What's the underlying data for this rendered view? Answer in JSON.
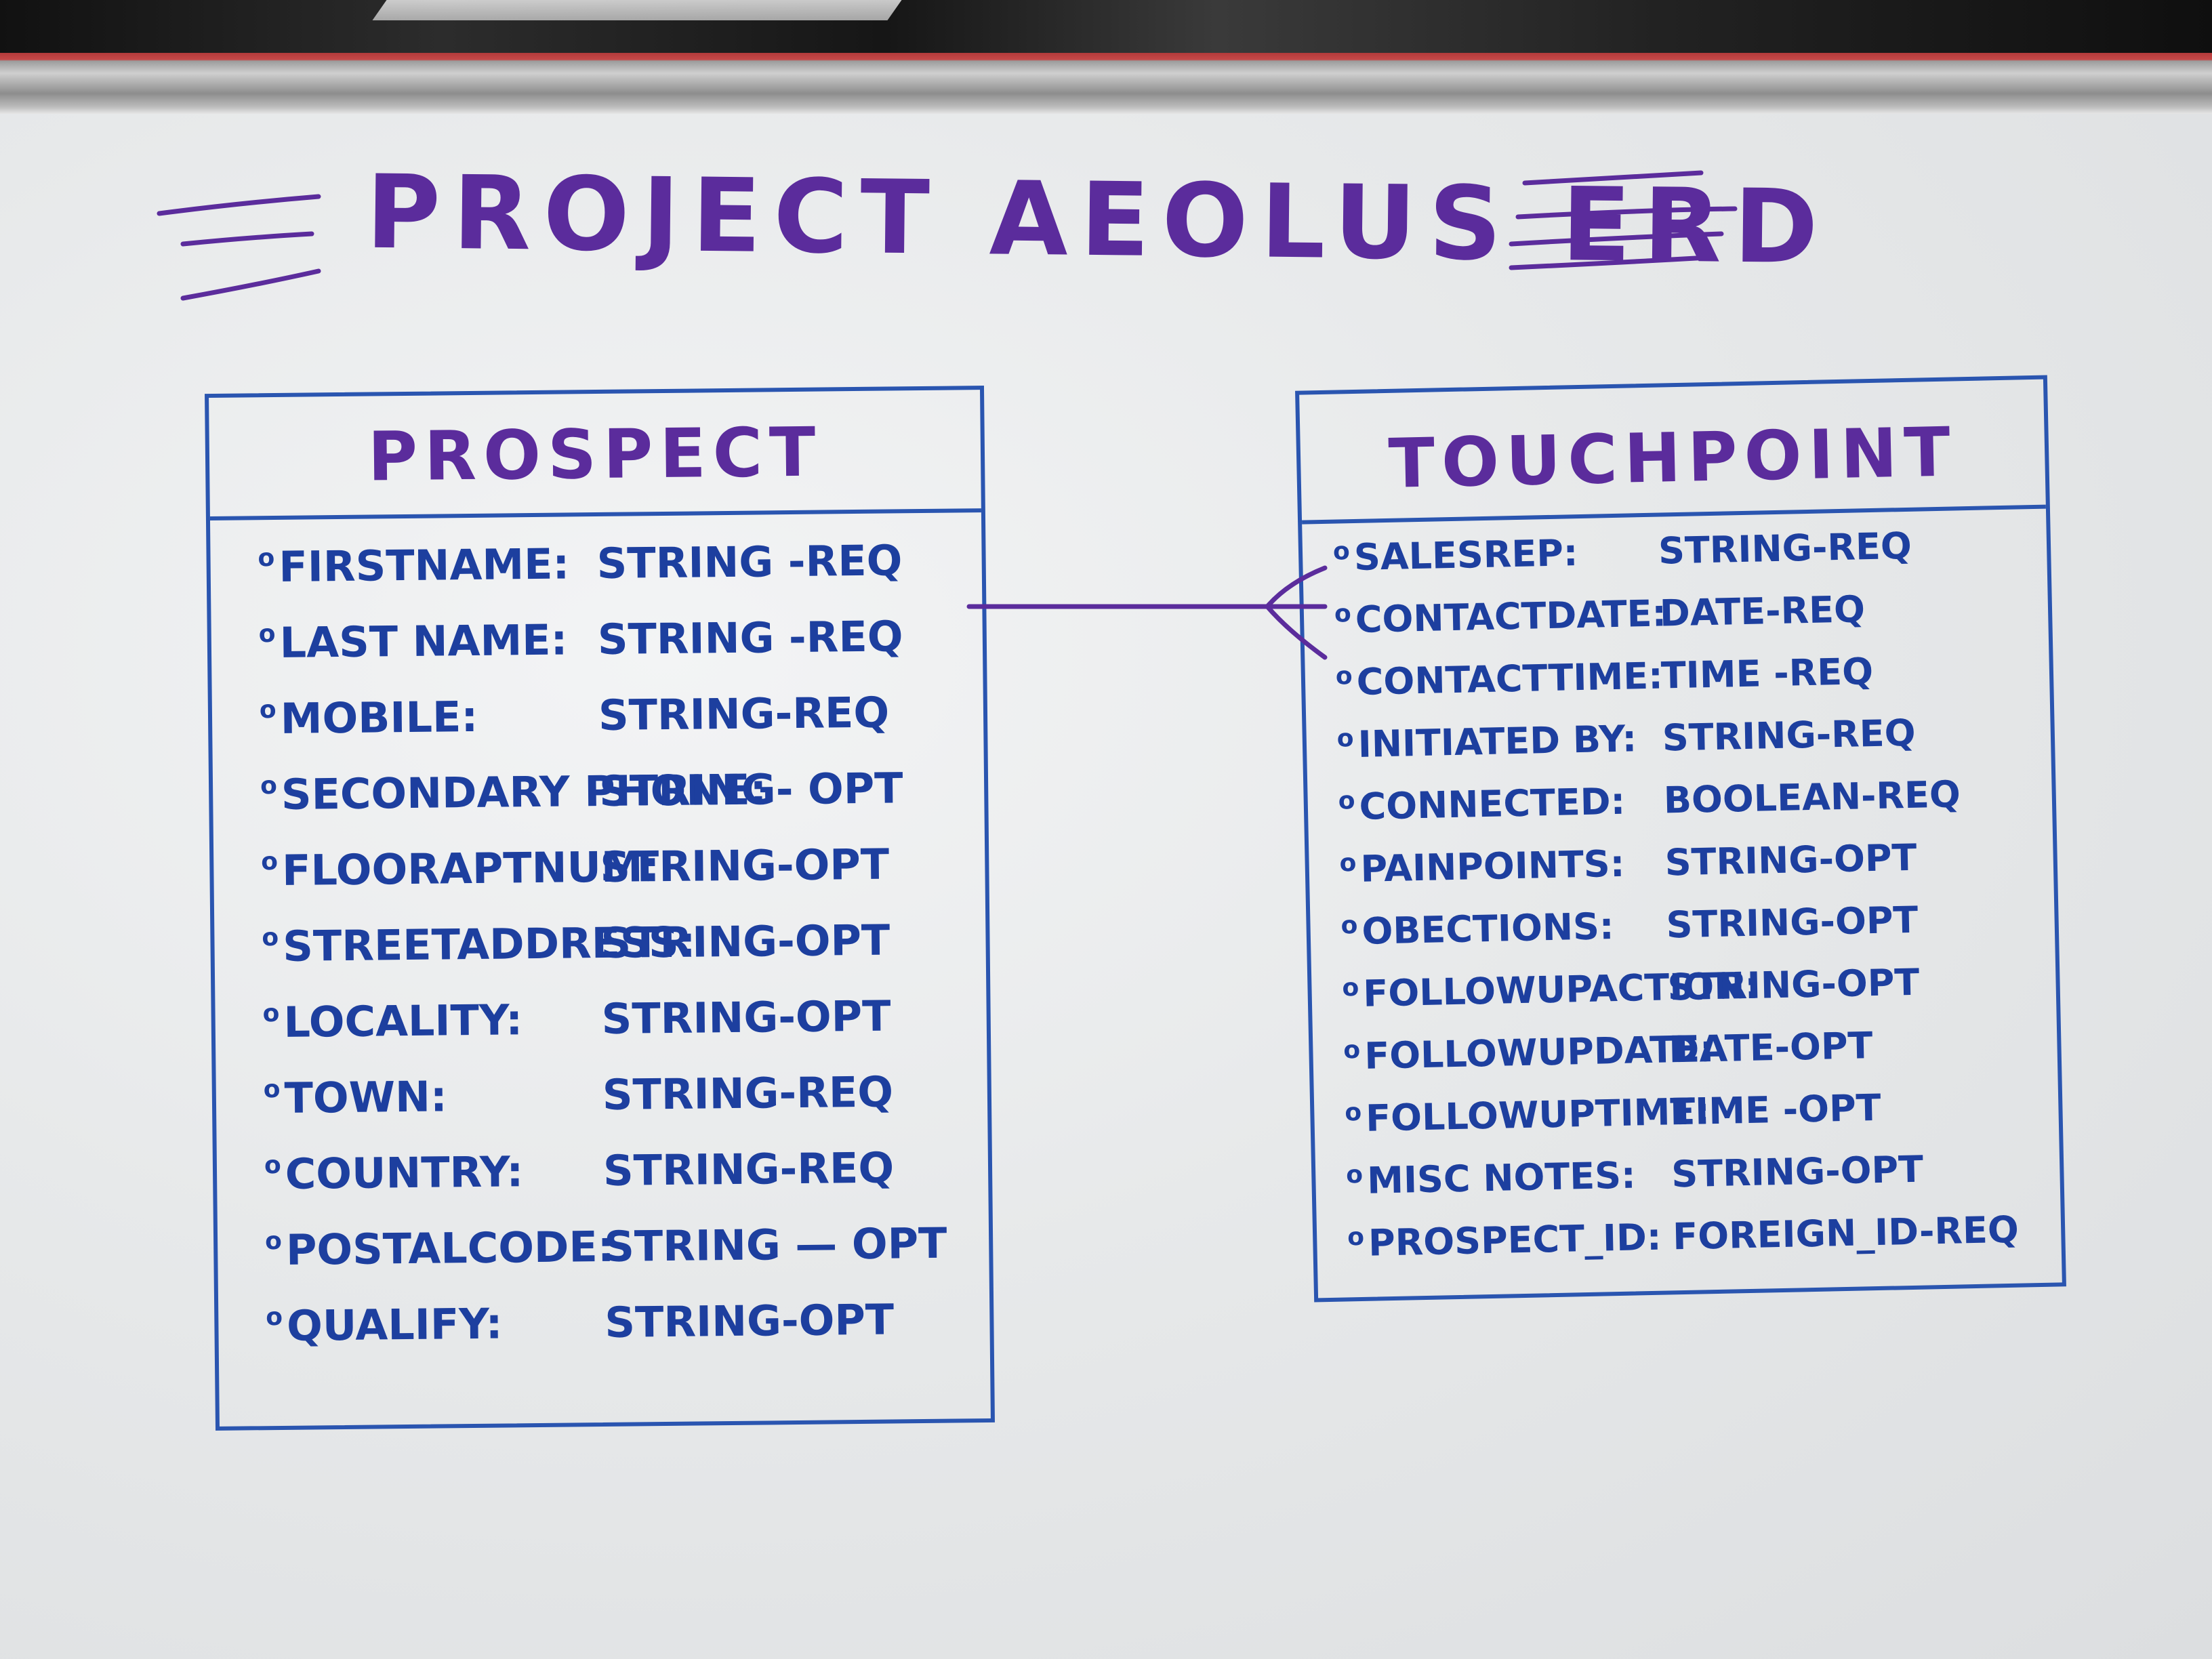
{
  "title": "PROJECT AEOLUS ERD",
  "colors": {
    "title_marker": "#5b2c9c",
    "attribute_marker": "#1d3f9f",
    "box_marker": "#2a55b0",
    "connector_marker": "#5b2c9c"
  },
  "relationship": {
    "from": "PROSPECT",
    "to": "TOUCHPOINT",
    "notation": "one-to-many (crow's foot at TOUCHPOINT)"
  },
  "entities": [
    {
      "name": "PROSPECT",
      "attributes": [
        {
          "bullet": "o",
          "name": "FIRSTNAME:",
          "type": "STRING -REQ"
        },
        {
          "bullet": "o",
          "name": "LAST NAME:",
          "type": "STRING -REQ"
        },
        {
          "bullet": "o",
          "name": "MOBILE:",
          "type": "STRING-REQ"
        },
        {
          "bullet": "o",
          "name": "SECONDARY PHONE:",
          "type": "STRING- OPT"
        },
        {
          "bullet": "o",
          "name": "FLOORAPTNUM:",
          "type": "STRING-OPT"
        },
        {
          "bullet": "o",
          "name": "STREETADDRESS:",
          "type": "STRING-OPT"
        },
        {
          "bullet": "o",
          "name": "LOCALITY:",
          "type": "STRING-OPT"
        },
        {
          "bullet": "o",
          "name": "TOWN:",
          "type": "STRING-REQ"
        },
        {
          "bullet": "o",
          "name": "COUNTRY:",
          "type": "STRING-REQ"
        },
        {
          "bullet": "o",
          "name": "POSTALCODE:",
          "type": "STRING — OPT"
        },
        {
          "bullet": "o",
          "name": "QUALIFY:",
          "type": "STRING-OPT"
        }
      ]
    },
    {
      "name": "TOUCHPOINT",
      "attributes": [
        {
          "bullet": "o",
          "name": "SALESREP:",
          "type": "STRING-REQ"
        },
        {
          "bullet": "o",
          "name": "CONTACTDATE:",
          "type": "DATE-REQ"
        },
        {
          "bullet": "o",
          "name": "CONTACTTIME:",
          "type": "TIME -REQ"
        },
        {
          "bullet": "o",
          "name": "INITIATED BY:",
          "type": "STRING-REQ"
        },
        {
          "bullet": "o",
          "name": "CONNECTED:",
          "type": "BOOLEAN-REQ"
        },
        {
          "bullet": "o",
          "name": "PAINPOINTS:",
          "type": "STRING-OPT"
        },
        {
          "bullet": "o",
          "name": "OBECTIONS:",
          "type": "STRING-OPT"
        },
        {
          "bullet": "o",
          "name": "FOLLOWUPACTION:",
          "type": "STRING-OPT"
        },
        {
          "bullet": "o",
          "name": "FOLLOWUPDATE:",
          "type": "DATE-OPT"
        },
        {
          "bullet": "o",
          "name": "FOLLOWUPTIME:",
          "type": "TIME -OPT"
        },
        {
          "bullet": "o",
          "name": "MISC NOTES:",
          "type": "STRING-OPT"
        },
        {
          "bullet": "o",
          "name": "PROSPECT_ID:",
          "type": "FOREIGN_ID-REQ"
        }
      ]
    }
  ]
}
